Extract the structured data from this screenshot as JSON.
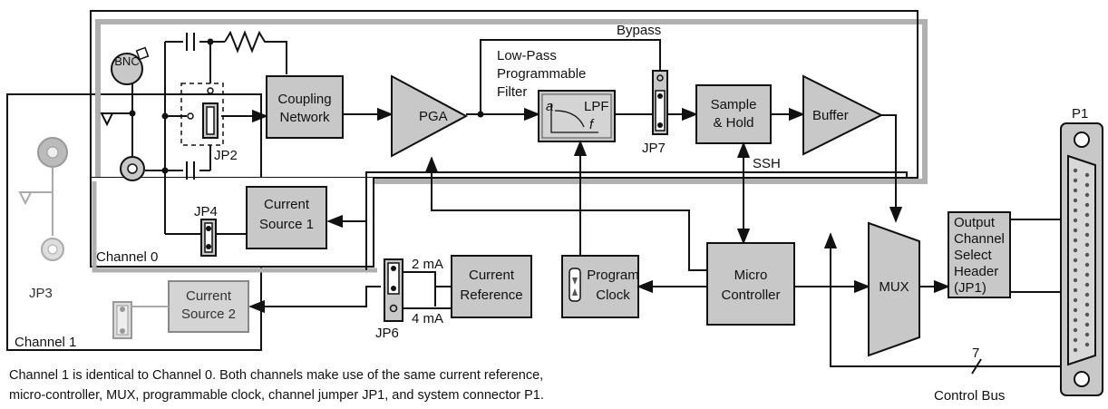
{
  "colors": {
    "block": "#c8c8c8",
    "block_light": "#d4d4d4",
    "line": "#111111",
    "faded": "#9a9a9a",
    "shadow": "#b0b0b0"
  },
  "channel0": {
    "label": "Channel 0",
    "bnc_label": "BNC",
    "jp2": "JP2",
    "jp4": "JP4",
    "coupling": [
      "Coupling",
      "Network"
    ],
    "pga": "PGA",
    "filter_title": [
      "Low-Pass",
      "Programmable",
      "Filter"
    ],
    "lpf": "LPF",
    "lpf_axis_a": "a",
    "lpf_axis_f": "f",
    "bypass": "Bypass",
    "jp7": "JP7",
    "sample_hold": [
      "Sample",
      "& Hold"
    ],
    "buffer": "Buffer",
    "ssh": "SSH",
    "current_source": [
      "Current",
      "Source 1"
    ]
  },
  "channel1": {
    "label": "Channel 1",
    "jp3": "JP3",
    "current_source": [
      "Current",
      "Source 2"
    ]
  },
  "shared": {
    "jp6": "JP6",
    "ma_2": "2 mA",
    "ma_4": "4 mA",
    "current_reference": [
      "Current",
      "Reference"
    ],
    "program_clock": [
      "Program",
      "Clock"
    ],
    "micro_controller": [
      "Micro",
      "Controller"
    ],
    "mux": "MUX",
    "output_header": [
      "Output",
      "Channel",
      "Select",
      "Header",
      "(JP1)"
    ],
    "p1": "P1",
    "control_bus": "Control Bus",
    "bus_width": "7"
  },
  "note": [
    "Channel 1 is identical to Channel 0.  Both channels make use of the same current reference,",
    "micro-controller, MUX, programmable clock, channel jumper JP1, and system connector P1."
  ]
}
